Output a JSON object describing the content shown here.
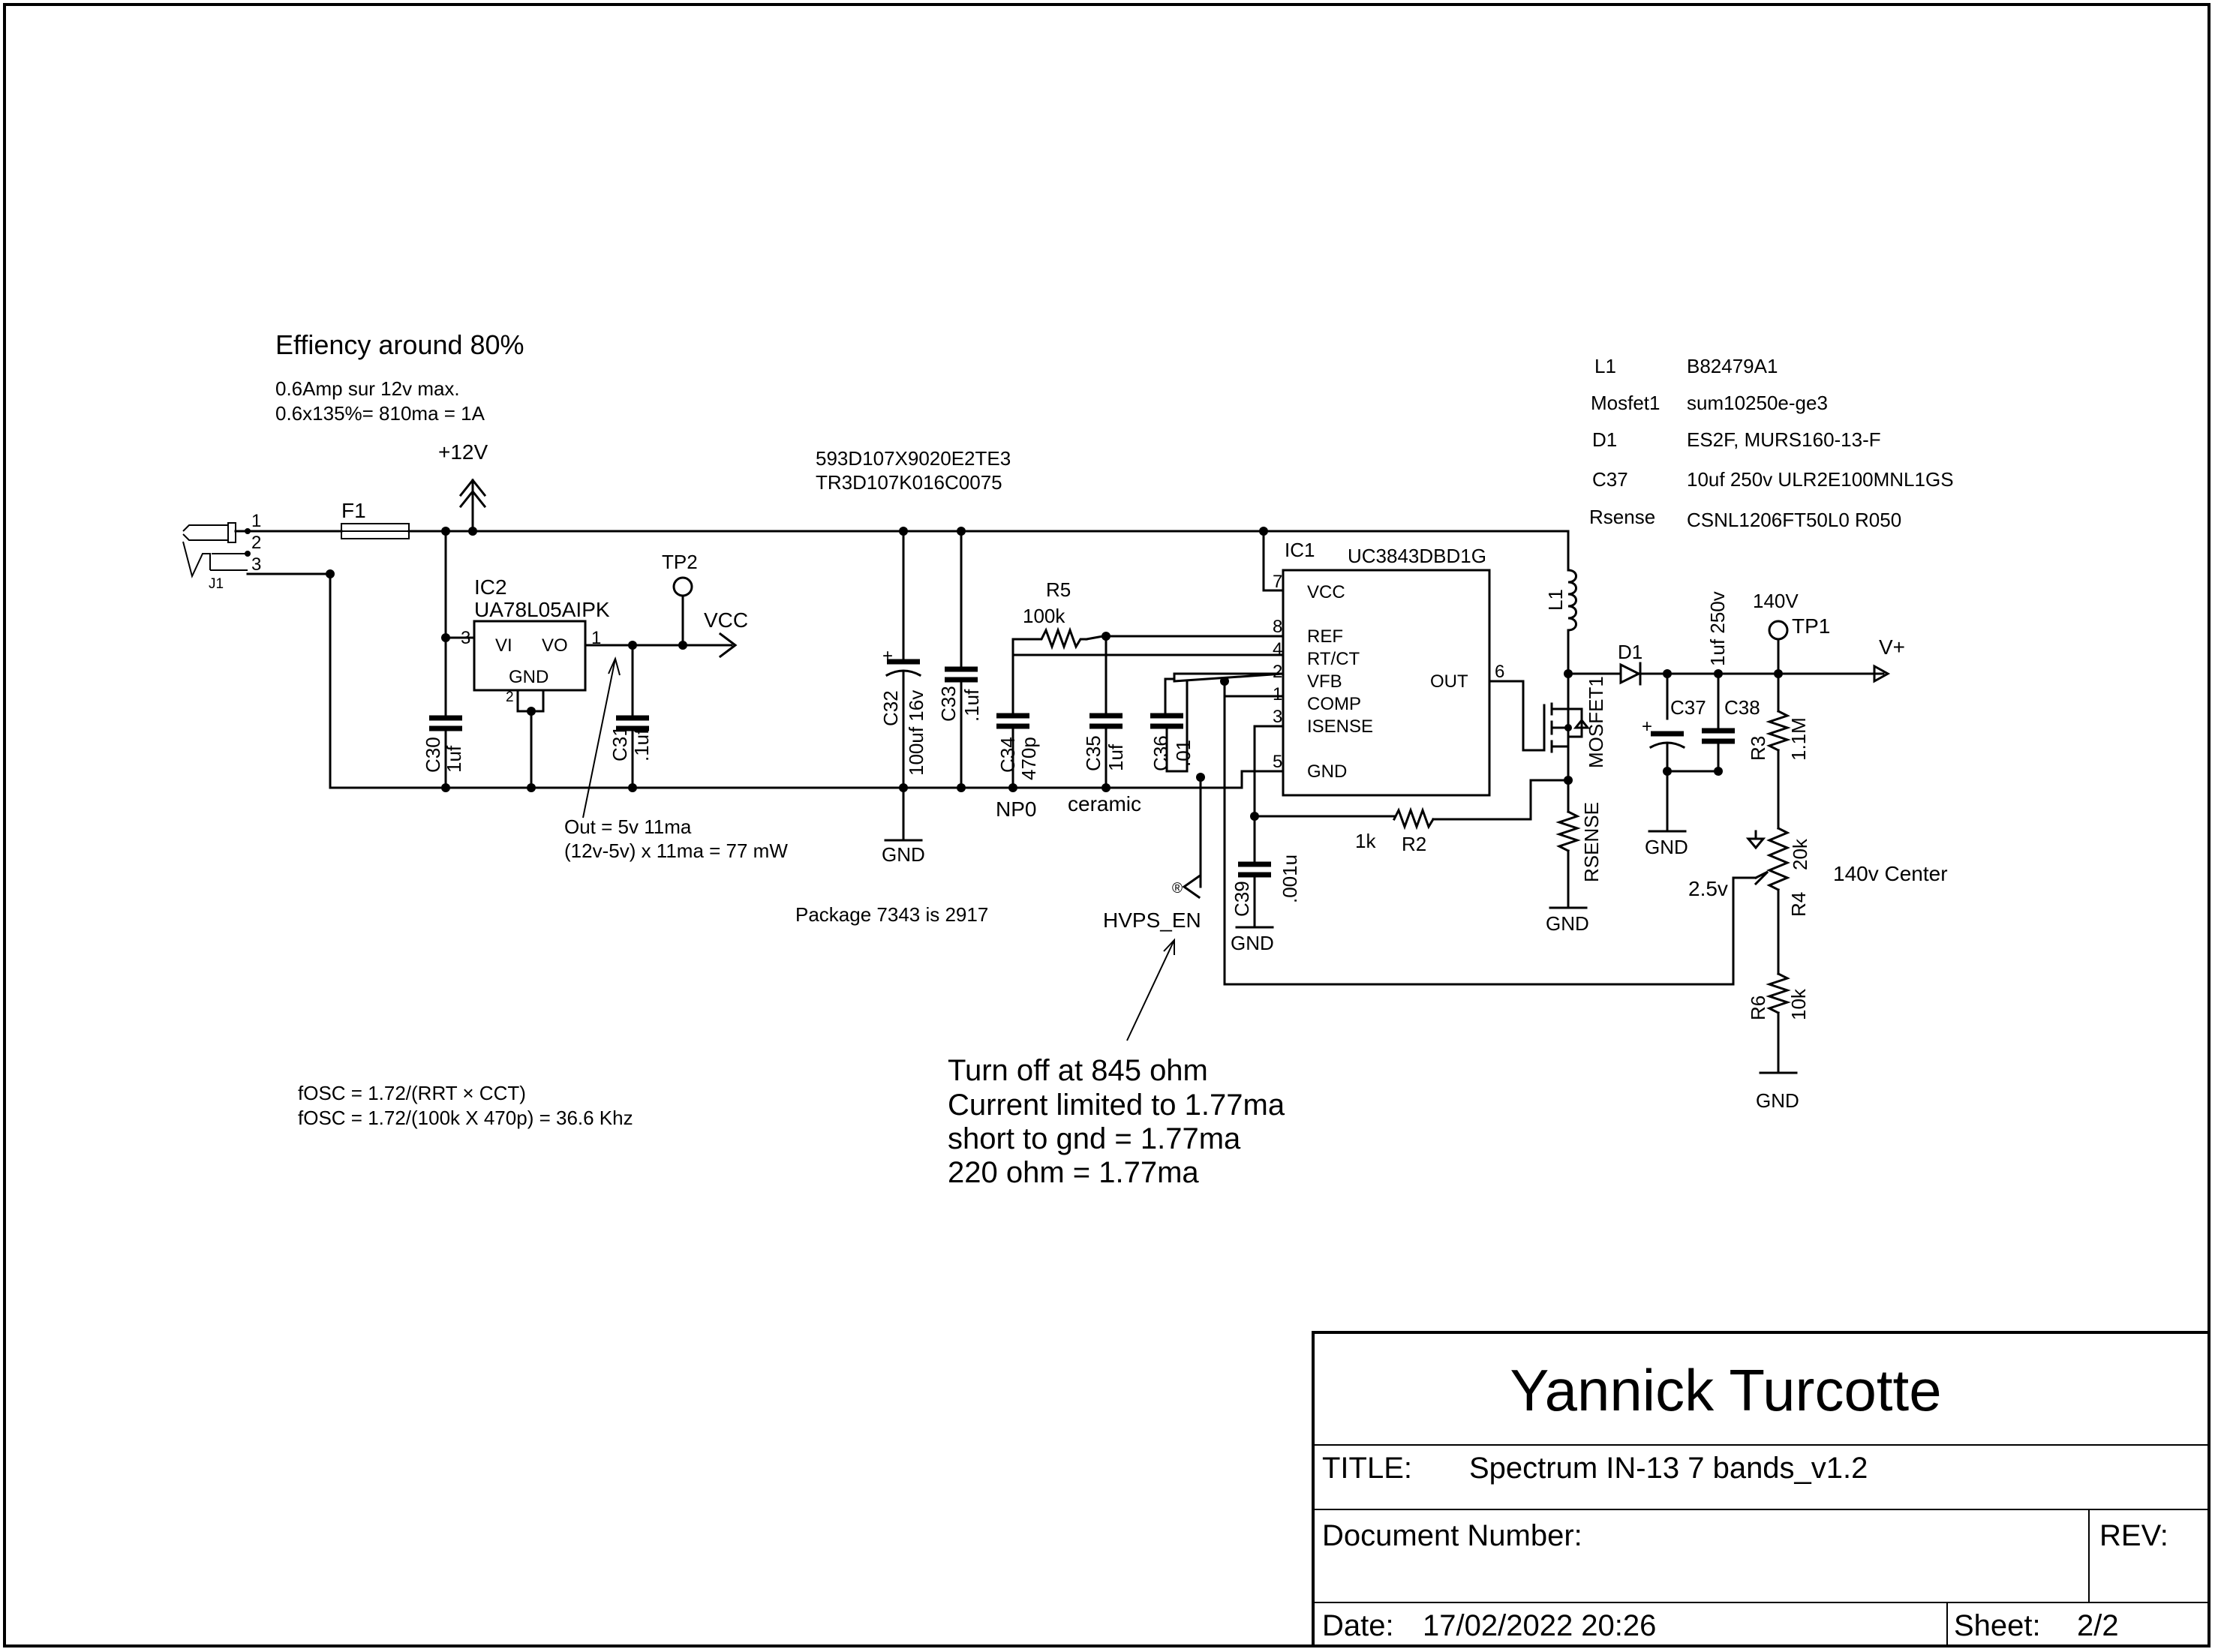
{
  "notes": {
    "efficiency": "Effiency around 80%",
    "amp_line": "0.6Amp sur 12v max.",
    "calc_line": "0.6x135%= 810ma = 1A",
    "cap_part1": "593D107X9020E2TE3",
    "cap_part2": "TR3D107K016C0075",
    "out_note1": "Out = 5v 11ma",
    "out_note2": "(12v-5v) x 11ma = 77 mW",
    "package": "Package 7343 is 2917",
    "fosc1": "fOSC = 1.72/(RRT × CCT)",
    "fosc2": "fOSC = 1.72/(100k X 470p) = 36.6 Khz",
    "hvps1": "Turn off at 845 ohm",
    "hvps2": "Current limited to 1.77ma",
    "hvps3": "short to gnd = 1.77ma",
    "hvps4": "220 ohm = 1.77ma",
    "np0": "NP0",
    "ceramic": "ceramic",
    "center": "140v Center",
    "v25": "2.5v"
  },
  "parts_table": [
    {
      "ref": "L1",
      "value": "B82479A1"
    },
    {
      "ref": "Mosfet1",
      "value": "sum10250e-ge3"
    },
    {
      "ref": "D1",
      "value": "ES2F, MURS160-13-F"
    },
    {
      "ref": "C37",
      "value": "10uf 250v ULR2E100MNL1GS"
    },
    {
      "ref": "Rsense",
      "value": "CSNL1206FT50L0 R050"
    }
  ],
  "labels": {
    "p12v": "+12V",
    "vcc": "VCC",
    "tp2": "TP2",
    "tp1": "TP1",
    "v140": "140V",
    "vplus": "V+",
    "gnd": "GND",
    "hvps_en": "HVPS_EN",
    "f1": "F1",
    "j1": "J1",
    "j1_pin1": "1",
    "j1_pin2": "2",
    "j1_pin3": "3"
  },
  "ic2": {
    "ref": "IC2",
    "part": "UA78L05AIPK",
    "vi": "VI",
    "vo": "VO",
    "gnd": "GND",
    "pin_vi": "3",
    "pin_vo": "1",
    "pin_gnd": "2"
  },
  "ic1": {
    "ref": "IC1",
    "part": "UC3843DBD1G",
    "pins": [
      {
        "num": "7",
        "name": "VCC"
      },
      {
        "num": "8",
        "name": "REF"
      },
      {
        "num": "4",
        "name": "RT/CT"
      },
      {
        "num": "2",
        "name": "VFB"
      },
      {
        "num": "1",
        "name": "COMP"
      },
      {
        "num": "3",
        "name": "ISENSE"
      },
      {
        "num": "5",
        "name": "GND"
      }
    ],
    "out_name": "OUT",
    "out_num": "6"
  },
  "components": {
    "c30": {
      "ref": "C30",
      "value": "1uf"
    },
    "c31": {
      "ref": "C31",
      "value": ".1uf"
    },
    "c32": {
      "ref": "C32",
      "value": "100uf 16v"
    },
    "c33": {
      "ref": "C33",
      "value": ".1uf"
    },
    "c34": {
      "ref": "C34",
      "value": "470p"
    },
    "c35": {
      "ref": "C35",
      "value": "1uf"
    },
    "c36": {
      "ref": "C36",
      "value": ".01"
    },
    "c39": {
      "ref": "C39",
      "value": ".001u"
    },
    "c37": {
      "ref": "C37"
    },
    "c38": {
      "ref": "C38",
      "value": "1uf 250v"
    },
    "r5": {
      "ref": "R5",
      "value": "100k"
    },
    "r2": {
      "ref": "R2",
      "value": "1k"
    },
    "r3": {
      "ref": "R3",
      "value": "1.1M"
    },
    "r4": {
      "ref": "R4",
      "value": "20k"
    },
    "r6": {
      "ref": "R6",
      "value": "10k"
    },
    "rsense": {
      "ref": "RSENSE"
    },
    "l1": {
      "ref": "L1"
    },
    "d1": {
      "ref": "D1"
    },
    "mosfet": {
      "ref": "MOSFET1"
    }
  },
  "title_block": {
    "author": "Yannick Turcotte",
    "title_label": "TITLE:",
    "title": "Spectrum IN-13 7 bands_v1.2",
    "docnum_label": "Document Number:",
    "rev_label": "REV:",
    "date_label": "Date:",
    "date": "17/02/2022 20:26",
    "sheet_label": "Sheet:",
    "sheet": "2/2"
  }
}
